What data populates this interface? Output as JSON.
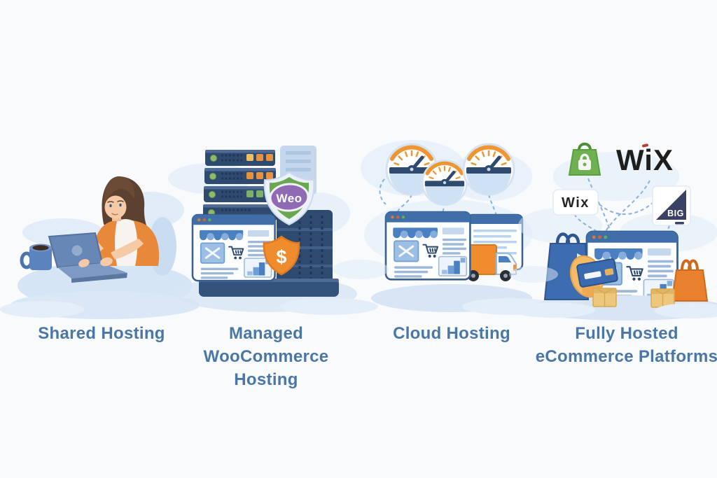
{
  "panels": [
    {
      "name": "shared-hosting",
      "lines": [
        "Shared Hosting"
      ]
    },
    {
      "name": "managed-woocommerce-hosting",
      "lines": [
        "Managed",
        "WooCommerce",
        "Hosting"
      ]
    },
    {
      "name": "cloud-hosting",
      "lines": [
        "Cloud Hosting"
      ]
    },
    {
      "name": "fully-hosted-ecommerce-platforms",
      "lines": [
        "Fully Hosted",
        "eCommerce Platforms"
      ]
    }
  ],
  "logos": {
    "woocommerce_badge": "Weo",
    "dollar_badge": "$",
    "wix_large": "WiX",
    "wix_card": "Wix",
    "bigcommerce_card": "BIG"
  },
  "colors": {
    "label_text": "#4a77a6",
    "navy": "#2e4a6e",
    "browser_blue": "#3f6ea8",
    "awning_blue": "#4a7fc1",
    "accent_orange": "#ef8c2e",
    "shield_green": "#6aa84f",
    "woo_purple": "#8f6bb5",
    "bag_green": "#6fb152",
    "cloud_blue": "#d7e5f4",
    "wix_black": "#1e1e1e",
    "big_navy": "#3a4162"
  }
}
